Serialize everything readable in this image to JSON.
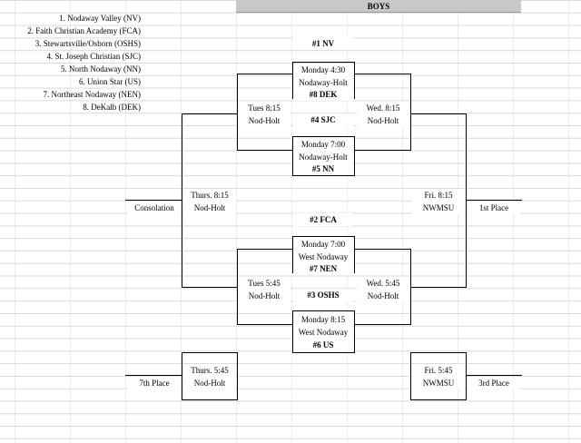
{
  "sheet": {
    "header": "BOYS",
    "teams": [
      "1. Nodaway Valley (NV)",
      "2. Faith Christian Academy (FCA)",
      "3. Stewartsville/Osborn (OSHS)",
      "4. St. Joseph Christian (SJC)",
      "5. North Nodaway (NN)",
      "6. Union Star (US)",
      "7. Northeast Nodaway (NEN)",
      "8. DeKalb (DEK)"
    ],
    "games": {
      "g1": {
        "top_seed": "#1 NV",
        "time": "Monday 4:30",
        "site": "Nodaway-Holt",
        "bottom_seed": "#8 DEK"
      },
      "g2": {
        "top_seed": "#4 SJC",
        "time": "Monday 7:00",
        "site": "Nodaway-Holt",
        "bottom_seed": "#5 NN"
      },
      "g3": {
        "top_seed": "#2 FCA",
        "time": "Monday 7:00",
        "site": "West Nodaway",
        "bottom_seed": "#7 NEN"
      },
      "g4": {
        "top_seed": "#3 OSHS",
        "time": "Monday 8:15",
        "site": "West Nodaway",
        "bottom_seed": "#6 US"
      },
      "tues_top": {
        "time": "Tues 8:15",
        "site": "Nod-Holt"
      },
      "tues_bottom": {
        "time": "Tues 5:45",
        "site": "Nod-Holt"
      },
      "wed_top": {
        "time": "Wed. 8:15",
        "site": "Nod-Holt"
      },
      "wed_bottom": {
        "time": "Wed. 5:45",
        "site": "Nod-Holt"
      },
      "thurs_cons": {
        "time": "Thurs. 8:15",
        "site": "Nod-Holt"
      },
      "thurs_7th": {
        "time": "Thurs. 5:45",
        "site": "Nod-Holt"
      },
      "fri_final": {
        "time": "Fri. 8:15",
        "site": "NWMSU"
      },
      "fri_3rd": {
        "time": "Fri. 5:45",
        "site": "NWMSU"
      }
    },
    "places": {
      "consolation": "Consolation",
      "first": "1st Place",
      "seventh": "7th Place",
      "third": "3rd Place"
    }
  }
}
